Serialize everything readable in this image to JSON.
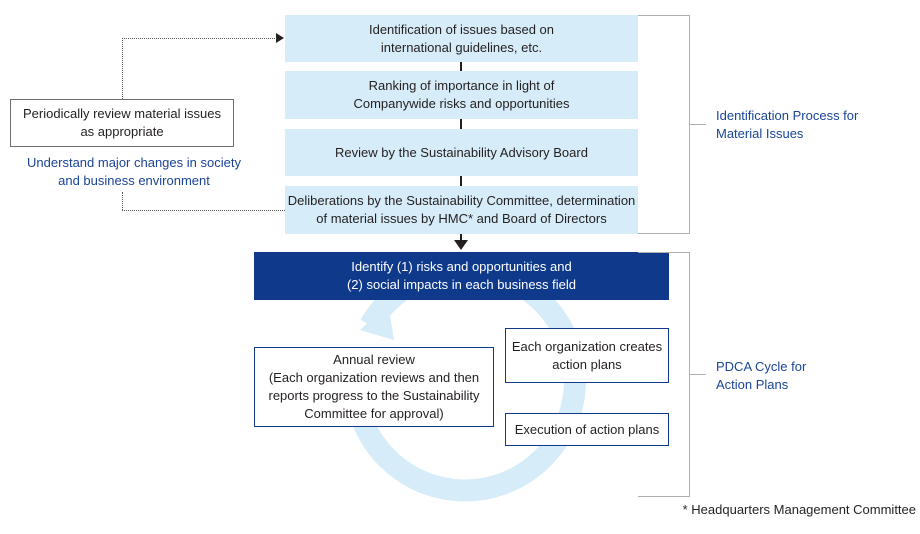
{
  "identification_steps": [
    "Identification of issues based on\ninternational guidelines, etc.",
    "Ranking of importance in light of\nCompanywide risks and opportunities",
    "Review by the Sustainability Advisory Board",
    "Deliberations by the Sustainability Committee, determination\nof material issues by HMC* and Board of Directors"
  ],
  "periodic_review": "Periodically review material issues\nas appropriate",
  "understand_changes": "Understand major changes in society\nand business environment",
  "identification_label": "Identification Process for\nMaterial Issues",
  "pdca": {
    "identify": "Identify (1) risks and opportunities and\n(2) social impacts in each business field",
    "annual_review": "Annual review\n(Each organization reviews and then\nreports progress to the Sustainability\nCommittee for approval)",
    "create_plans": "Each organization creates\naction plans",
    "execution": "Execution of action plans",
    "label": "PDCA Cycle for\nAction Plans"
  },
  "footnote": "* Headquarters Management Committee",
  "colors": {
    "light_box": "#d6ecf8",
    "dark_box": "#0f3a8c",
    "accent_text": "#1a4496",
    "cycle_arrow": "#d6ecf8"
  }
}
